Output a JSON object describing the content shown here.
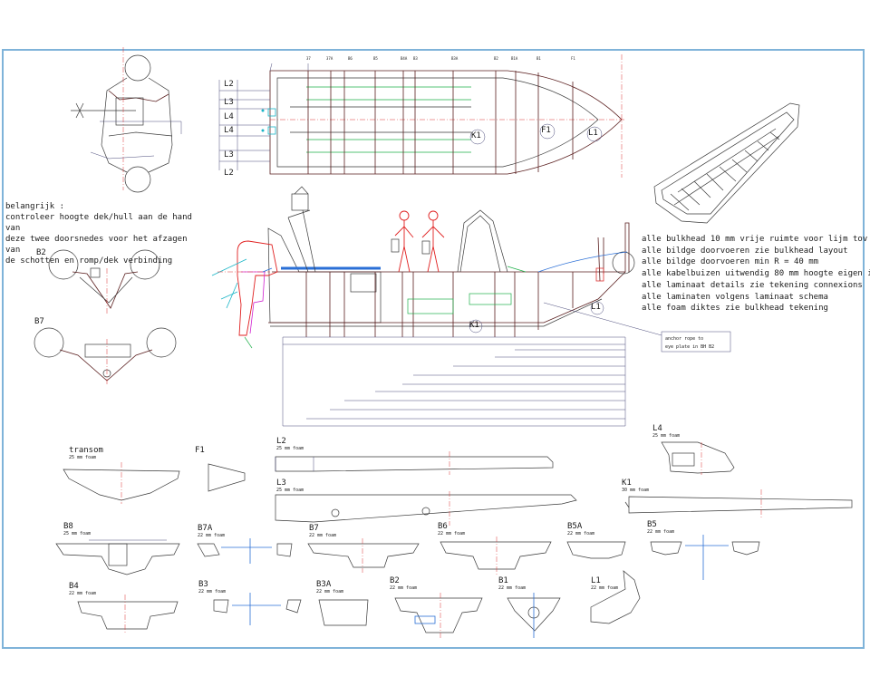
{
  "notes_left": [
    "belangrijk :",
    "controleer hoogte dek/hull aan de hand van",
    "deze twee doorsnedes voor het afzagen van",
    "de schotten en romp/dek verbinding"
  ],
  "notes_right": [
    "alle bulkhead 10 mm vrije ruimte voor lijm tov dek",
    "alle bildge doorvoeren zie bulkhead layout",
    "alle bildge doorvoeren min R = 40 mm",
    "alle kabelbuizen uitwendig 80 mm hoogte eigen inzicht",
    "alle laminaat details zie tekening connexions",
    "alle laminaten volgens laminaat schema",
    "alle foam diktes zie bulkhead tekening"
  ],
  "anchor_note": [
    "anchor rope to",
    "eye plate in BH B2"
  ],
  "plan_labels": [
    "L2",
    "L3",
    "L4",
    "L4",
    "L3",
    "L2"
  ],
  "circle_labels": {
    "k1_top": "K1",
    "f1_top": "F1",
    "l1_top": "L1",
    "k1_side": "K1",
    "l1_side": "L1"
  },
  "section_labels": {
    "b2": "B2",
    "b7": "B7"
  },
  "parts": {
    "transom": {
      "title": "transom",
      "sub": "25 mm foam"
    },
    "f1": {
      "title": "F1"
    },
    "l2": {
      "title": "L2",
      "sub": "25 mm foam"
    },
    "l3": {
      "title": "L3",
      "sub": "25 mm foam"
    },
    "l4": {
      "title": "L4",
      "sub": "25 mm foam"
    },
    "k1": {
      "title": "K1",
      "sub": "30 mm foam"
    },
    "b8": {
      "title": "B8",
      "sub": "25 mm foam"
    },
    "b7a": {
      "title": "B7A",
      "sub": "22 mm foam"
    },
    "b7": {
      "title": "B7",
      "sub": "22 mm foam"
    },
    "b6": {
      "title": "B6",
      "sub": "22 mm foam"
    },
    "b5a": {
      "title": "B5A",
      "sub": "22 mm foam"
    },
    "b5": {
      "title": "B5",
      "sub": "22 mm foam"
    },
    "b4": {
      "title": "B4",
      "sub": "22 mm foam"
    },
    "b3": {
      "title": "B3",
      "sub": "22 mm foam"
    },
    "b3a": {
      "title": "B3A",
      "sub": "22 mm foam"
    },
    "b2": {
      "title": "B2",
      "sub": "22 mm foam"
    },
    "b1": {
      "title": "B1",
      "sub": "22 mm foam"
    },
    "l1": {
      "title": "L1",
      "sub": "22 mm foam"
    }
  },
  "colors": {
    "frame": "#7fb3d9",
    "hull": "#5a1e1e",
    "centerline": "#d33333",
    "deck_blue": "#2a6fd6",
    "green": "#1fb04a",
    "cyan": "#19b5c6",
    "crew_red": "#e02020",
    "engine_magenta": "#d020d0"
  }
}
